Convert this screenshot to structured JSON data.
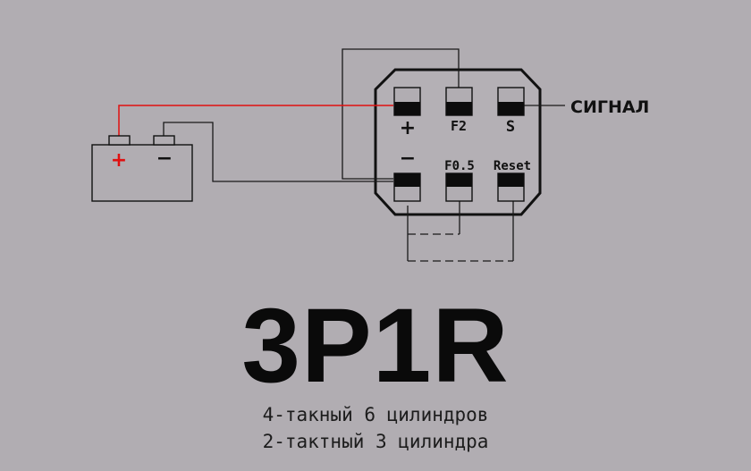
{
  "diagram": {
    "battery": {
      "plus": "+",
      "minus": "−"
    },
    "terminals": {
      "plus": "+",
      "f2": "F2",
      "s": "S",
      "minus": "−",
      "f05": "F0.5",
      "reset": "Reset"
    },
    "signal_label": "СИГНАЛ"
  },
  "title": "3P1R",
  "subtitle_lines": [
    "4-такный 6 цилиндров",
    "2-тактный 3 цилиндра"
  ],
  "colors": {
    "background": "#b1adb2",
    "wire": "#1a1a1a",
    "positive_wire": "#e01010"
  }
}
